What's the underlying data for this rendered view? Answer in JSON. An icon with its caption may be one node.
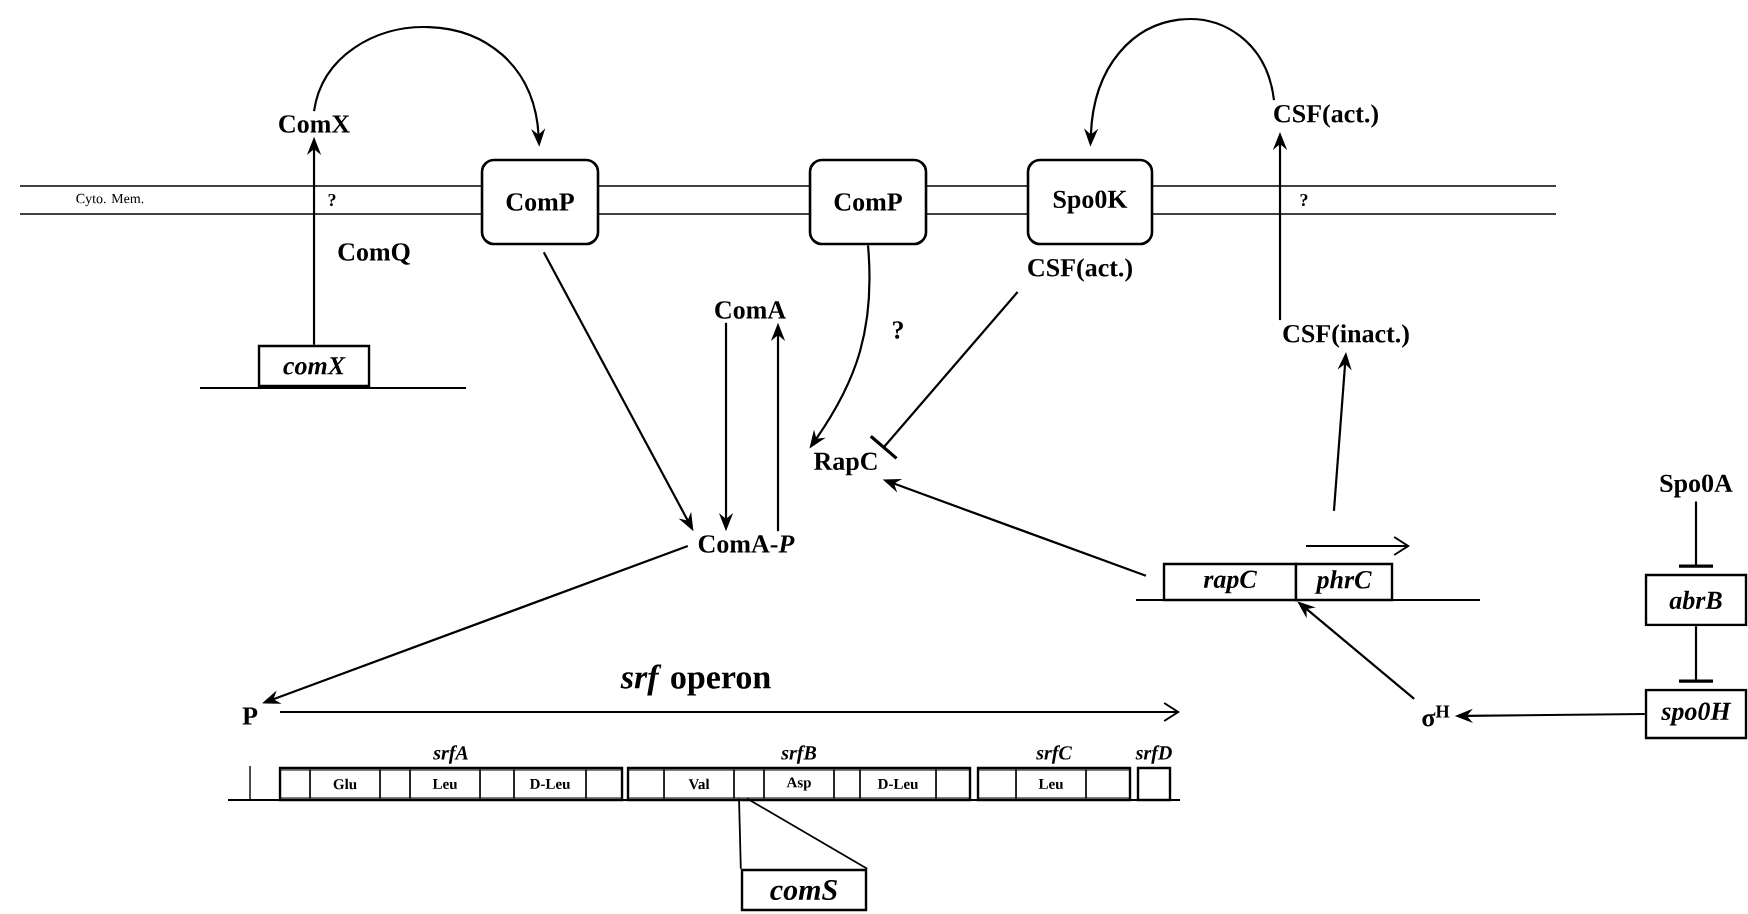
{
  "diagram": {
    "nodes": [
      {
        "text": [
          "ComX"
        ]
      },
      {
        "text": [
          "ComP"
        ]
      },
      {
        "text": [
          "ComP"
        ]
      },
      {
        "text": [
          "Spo0K"
        ]
      },
      {
        "text": [
          "CSF(act.)"
        ]
      },
      {
        "text": [
          "comX"
        ]
      },
      {
        "text": [
          "ComA"
        ]
      },
      {
        "text": [
          "CSF(act.)"
        ]
      },
      {
        "text": [
          "RapC"
        ]
      },
      {
        "text": [
          "CSF(inact.)"
        ]
      },
      {
        "text": [
          "ComA-*P*"
        ]
      },
      {
        "text": [
          "rapC"
        ]
      },
      {
        "text": [
          "phrC"
        ]
      },
      {
        "text": [
          "Spo0A"
        ]
      },
      {
        "text": [
          "abrB"
        ]
      },
      {
        "text": [
          "σ$^{H}$"
        ]
      },
      {
        "text": [
          "spo0H"
        ]
      },
      {
        "text": [
          "P"
        ]
      },
      {
        "text": [
          "srfA"
        ]
      },
      {
        "text": [],
        "shape": "box",
        "in": 18
      },
      {
        "text": [
          "Glu"
        ],
        "in": 18
      },
      {
        "text": [],
        "shape": "box",
        "in": 18
      },
      {
        "text": [
          "Leu"
        ],
        "in": 18
      },
      {
        "text": [],
        "shape": "box",
        "in": 18
      },
      {
        "text": [
          "D-Leu"
        ],
        "in": 18
      },
      {
        "text": [],
        "shape": "box",
        "in": 18
      },
      {
        "text": [
          "srfB"
        ]
      },
      {
        "text": [],
        "shape": "box",
        "in": 26
      },
      {
        "text": [
          "Val"
        ],
        "in": 26
      },
      {
        "text": [],
        "shape": "box",
        "in": 26
      },
      {
        "text": [
          "Asp"
        ],
        "in": 26
      },
      {
        "text": [],
        "shape": "box",
        "in": 26
      },
      {
        "text": [
          "D-Leu"
        ],
        "in": 26
      },
      {
        "text": [],
        "shape": "box",
        "in": 26
      },
      {
        "text": [
          "srfC"
        ]
      },
      {
        "text": [],
        "shape": "box",
        "in": 34
      },
      {
        "text": [
          "Leu"
        ],
        "in": 34
      },
      {
        "text": [],
        "shape": "box",
        "in": 34
      },
      {
        "text": [
          "srfD"
        ]
      },
      {
        "text": [
          "comS"
        ]
      }
    ],
    "edges": [
      {
        "from": 0,
        "to": 1,
        "arrow": "to"
      },
      {
        "from": 5,
        "to": 0,
        "arrow": "to",
        "label": "ComQ"
      },
      {
        "from": 1,
        "to": 10,
        "arrow": "to"
      },
      {
        "from": 6,
        "to": 10,
        "arrow": "to"
      },
      {
        "from": 10,
        "to": 6,
        "arrow": "to"
      },
      {
        "from": 2,
        "to": 8,
        "arrow": "to",
        "label": "?"
      },
      {
        "from": 7,
        "to": 8,
        "arrow": "other"
      },
      {
        "from": 9,
        "to": 4,
        "arrow": "to"
      },
      {
        "from": 4,
        "to": 3,
        "arrow": "to"
      },
      {
        "from": 12,
        "to": 9,
        "arrow": "to"
      },
      {
        "from": 11,
        "to": 8,
        "arrow": "to"
      },
      {
        "from": 15,
        "to": 11,
        "arrow": "to"
      },
      {
        "from": 16,
        "to": 15,
        "arrow": "to"
      },
      {
        "from": 13,
        "to": 14,
        "arrow": "other"
      },
      {
        "from": 14,
        "to": 16,
        "arrow": "other"
      },
      {
        "from": 10,
        "to": 17,
        "arrow": "to"
      },
      {
        "from": 39,
        "to": 29,
        "arrow": "none"
      },
      {
        "from": 39,
        "to": 29,
        "arrow": "none"
      }
    ],
    "labels": [
      "Cyto. Mem.",
      "?",
      "?",
      "*srf* operon"
    ]
  }
}
